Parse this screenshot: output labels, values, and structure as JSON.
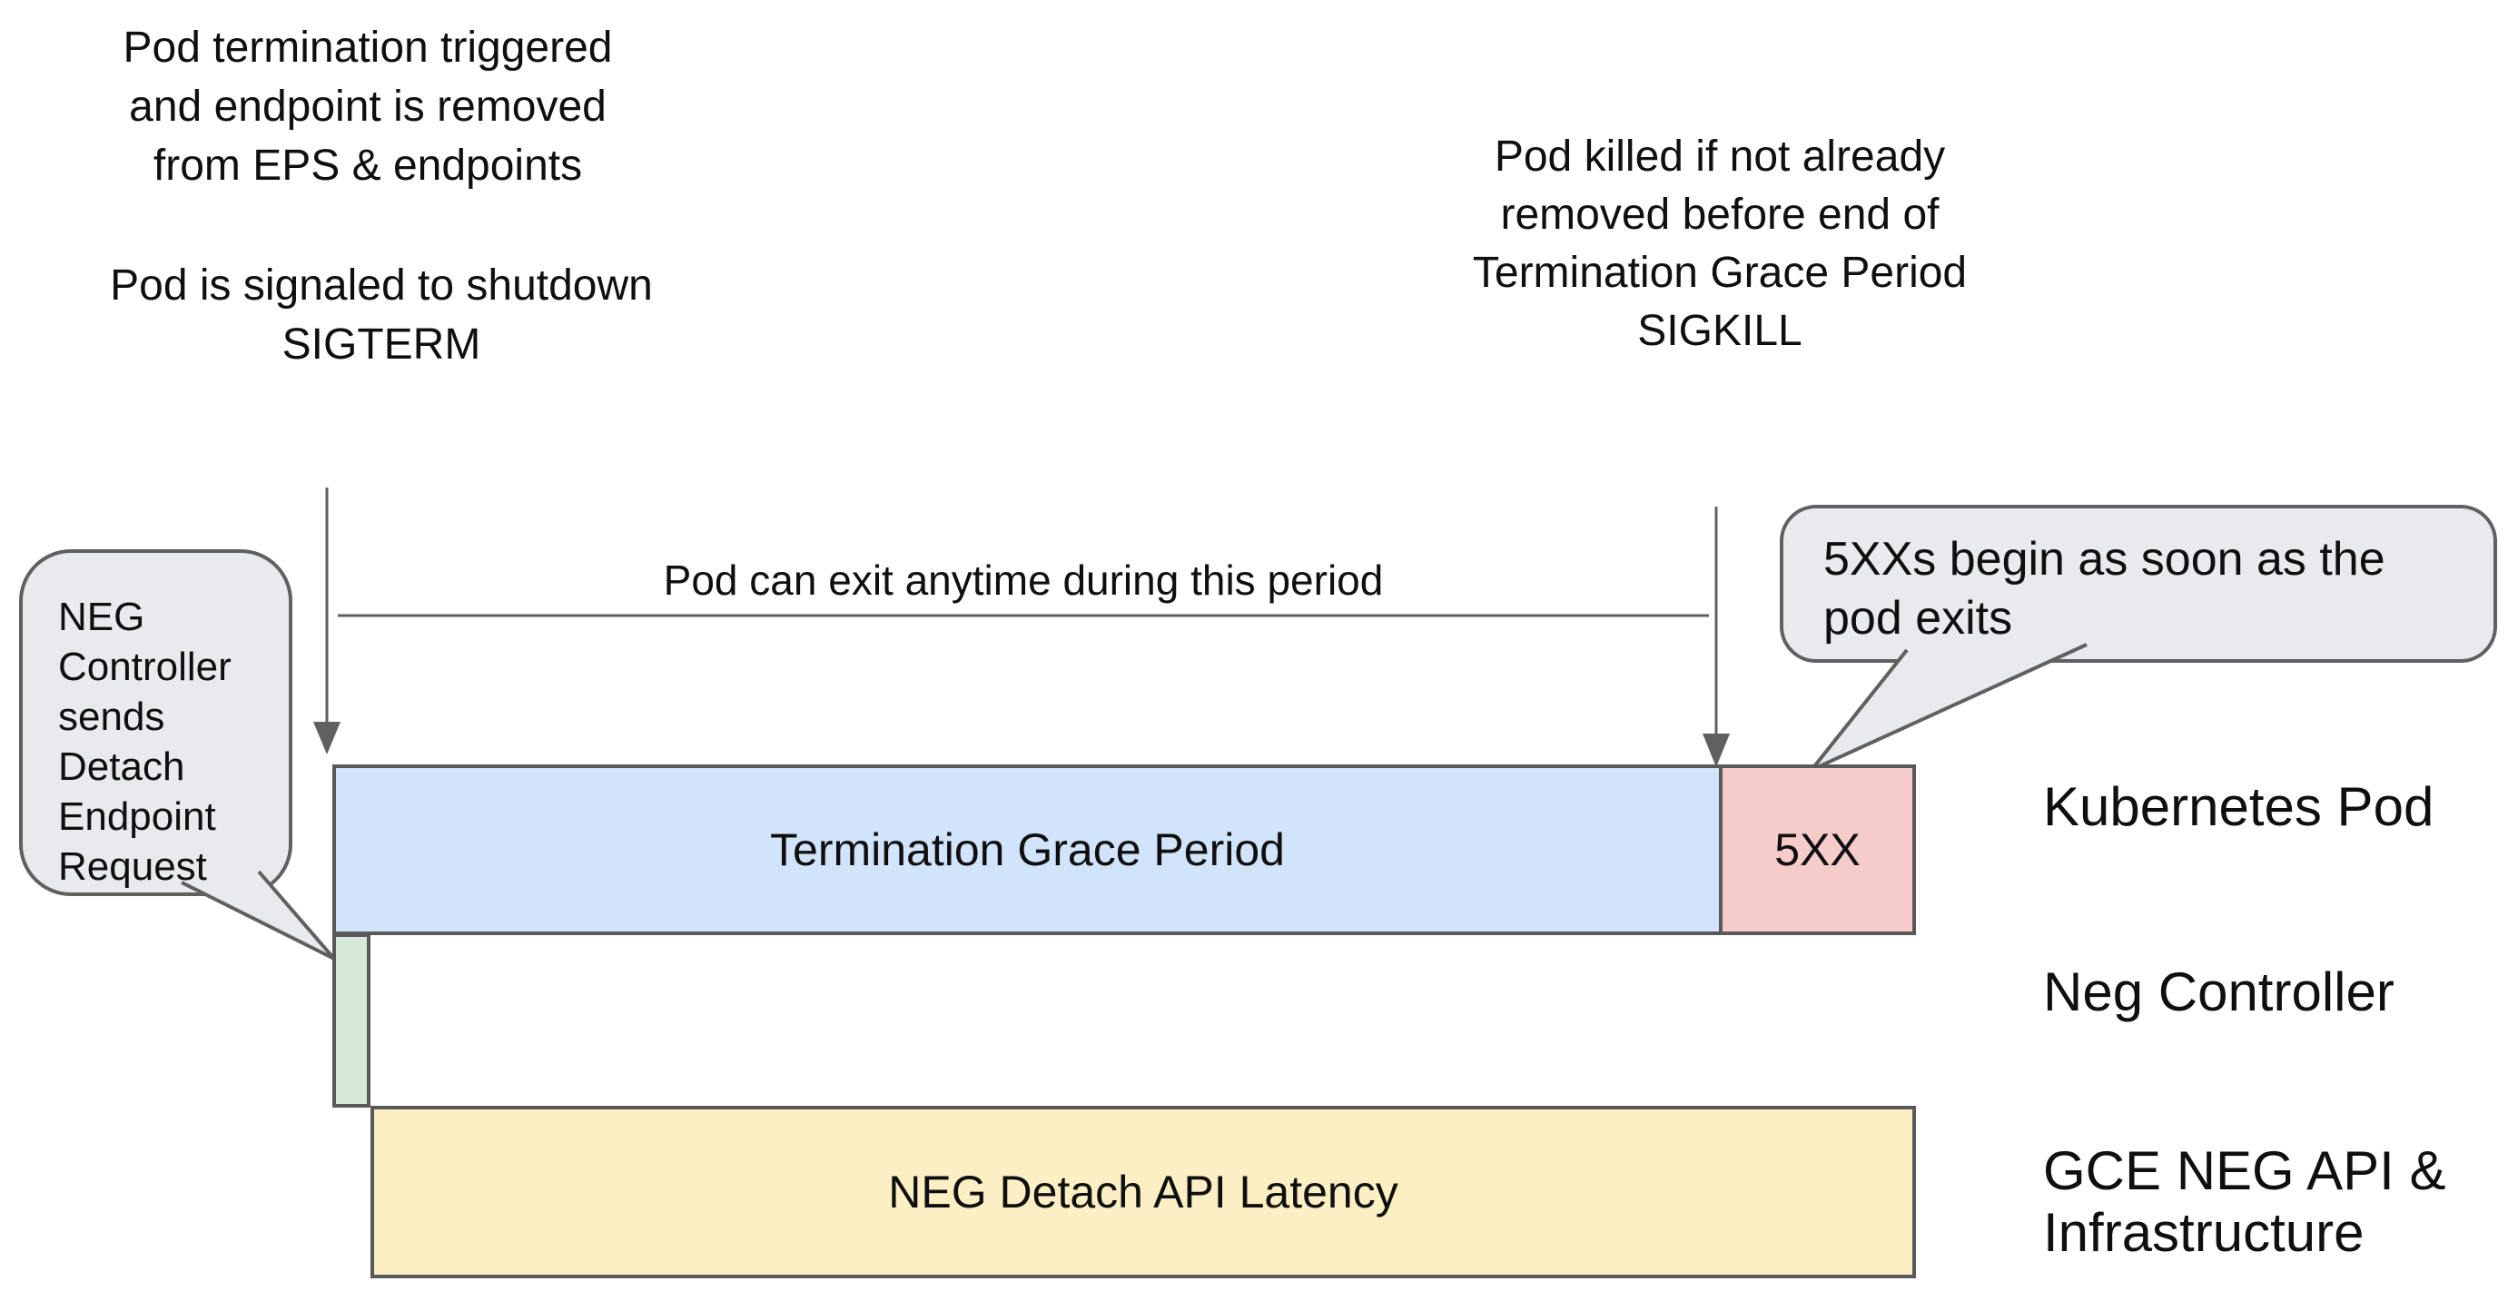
{
  "colors": {
    "blue_fill": "#d2e3fc",
    "pink_fill": "#f6cccb",
    "green_fill": "#d7eada",
    "yellow_fill": "#fcefc3",
    "bubble_fill": "#e9eaee",
    "line": "#606060",
    "border": "#595959",
    "text": "#0f0f0f"
  },
  "annotations": {
    "pod_termination": "Pod termination triggered\nand endpoint is removed\nfrom EPS & endpoints",
    "pod_signaled": "Pod is signaled to shutdown\nSIGTERM",
    "pod_killed": "Pod killed if not already\nremoved before end of\nTermination Grace Period\nSIGKILL",
    "period_label": "Pod can exit anytime during this period"
  },
  "callouts": {
    "neg_controller_request": "NEG\nController\nsends\nDetach\nEndpoint\nRequest",
    "five_xx_begin": "5XXs begin as soon as the\npod exits"
  },
  "bars": {
    "grace_period": {
      "label": "Termination Grace Period"
    },
    "five_xx": {
      "label": "5XX"
    },
    "neg_detach_latency": {
      "label": "NEG Detach API Latency"
    }
  },
  "lanes": {
    "kubernetes_pod": "Kubernetes Pod",
    "neg_controller": "Neg Controller",
    "gce_neg_api": "GCE NEG API &\nInfrastructure"
  }
}
